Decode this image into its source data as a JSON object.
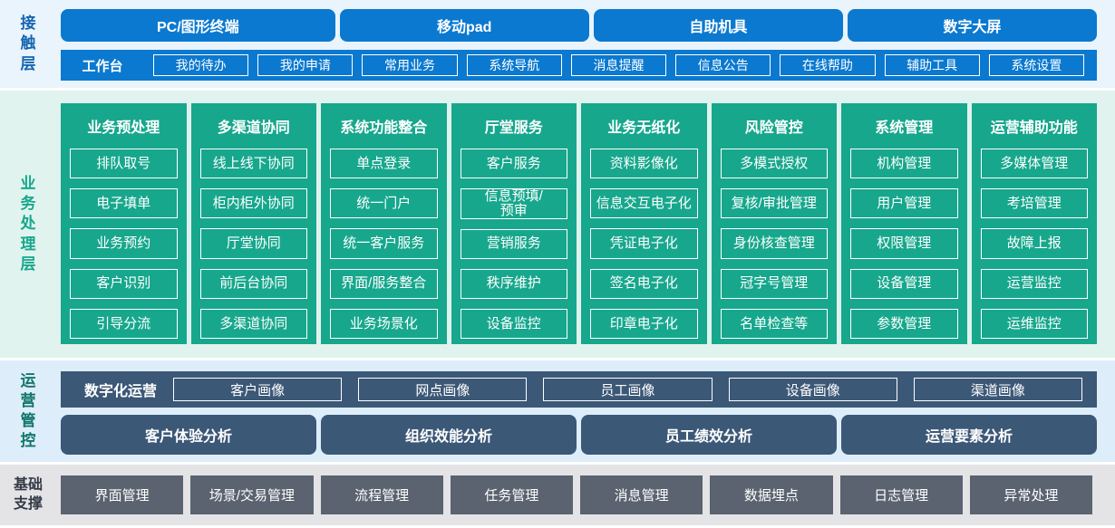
{
  "colors": {
    "primary_blue": "#0b79d0",
    "teal_green": "#17a78d",
    "slate_blue": "#3c5877",
    "slate_gray": "#5a636f",
    "contact_bg": "#e9f4fc",
    "business_bg": "#e1f3ee",
    "ops_bg": "#ddeefa",
    "base_bg": "#e4e4e7"
  },
  "contact_layer": {
    "label": "接\n触\n层",
    "terminals": [
      "PC/图形终端",
      "移动pad",
      "自助机具",
      "数字大屏"
    ],
    "workbench": {
      "label": "工作台",
      "items": [
        "我的待办",
        "我的申请",
        "常用业务",
        "系统导航",
        "消息提醒",
        "信息公告",
        "在线帮助",
        "辅助工具",
        "系统设置"
      ]
    }
  },
  "business_layer": {
    "label": "业\n务\n处\n理\n层",
    "columns": [
      {
        "title": "业务预处理",
        "items": [
          "排队取号",
          "电子填单",
          "业务预约",
          "客户识别",
          "引导分流"
        ]
      },
      {
        "title": "多渠道协同",
        "items": [
          "线上线下协同",
          "柜内柜外协同",
          "厅堂协同",
          "前后台协同",
          "多渠道协同"
        ]
      },
      {
        "title": "系统功能整合",
        "items": [
          "单点登录",
          "统一门户",
          "统一客户服务",
          "界面/服务整合",
          "业务场景化"
        ]
      },
      {
        "title": "厅堂服务",
        "items": [
          "客户服务",
          "信息预填/\n预审",
          "营销服务",
          "秩序维护",
          "设备监控"
        ]
      },
      {
        "title": "业务无纸化",
        "items": [
          "资料影像化",
          "信息交互电子化",
          "凭证电子化",
          "签名电子化",
          "印章电子化"
        ]
      },
      {
        "title": "风险管控",
        "items": [
          "多模式授权",
          "复核/审批管理",
          "身份核查管理",
          "冠字号管理",
          "名单检查等"
        ]
      },
      {
        "title": "系统管理",
        "items": [
          "机构管理",
          "用户管理",
          "权限管理",
          "设备管理",
          "参数管理"
        ]
      },
      {
        "title": "运营辅助功能",
        "items": [
          "多媒体管理",
          "考培管理",
          "故障上报",
          "运营监控",
          "运维监控"
        ]
      }
    ]
  },
  "operations_layer": {
    "label": "运\n营\n管\n控",
    "digital_ops": {
      "label": "数字化运营",
      "items": [
        "客户画像",
        "网点画像",
        "员工画像",
        "设备画像",
        "渠道画像"
      ]
    },
    "analysis": [
      "客户体验分析",
      "组织效能分析",
      "员工绩效分析",
      "运营要素分析"
    ]
  },
  "base_layer": {
    "label": "基础\n支撑",
    "items": [
      "界面管理",
      "场景/交易管理",
      "流程管理",
      "任务管理",
      "消息管理",
      "数据埋点",
      "日志管理",
      "异常处理"
    ]
  }
}
